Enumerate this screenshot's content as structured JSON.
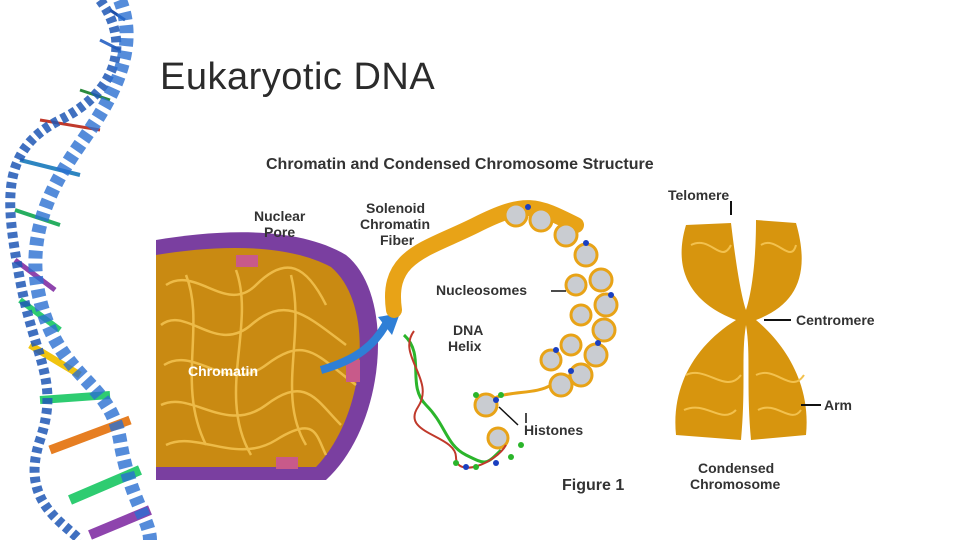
{
  "slide": {
    "title": "Eukaryotic DNA"
  },
  "figure": {
    "heading": "Chromatin and Condensed Chromosome Structure",
    "caption": "Figure 1",
    "labels": {
      "nuclear_pore_1": "Nuclear",
      "nuclear_pore_2": "Pore",
      "solenoid_1": "Solenoid",
      "solenoid_2": "Chromatin",
      "solenoid_3": "Fiber",
      "nucleosomes": "Nucleosomes",
      "dna_helix_1": "DNA",
      "dna_helix_2": "Helix",
      "chromatin": "Chromatin",
      "histones": "Histones",
      "telomere": "Telomere",
      "centromere": "Centromere",
      "arm": "Arm",
      "condensed_1": "Condensed",
      "condensed_2": "Chromosome"
    }
  },
  "colors": {
    "chromatin_gold": "#e8a317",
    "nucleus_purple": "#7a3fa0",
    "arrow_blue": "#2f7fd6",
    "histone_gray": "#c9ccd1",
    "dot_blue": "#1a3fc0",
    "dot_green": "#2bb52b"
  }
}
